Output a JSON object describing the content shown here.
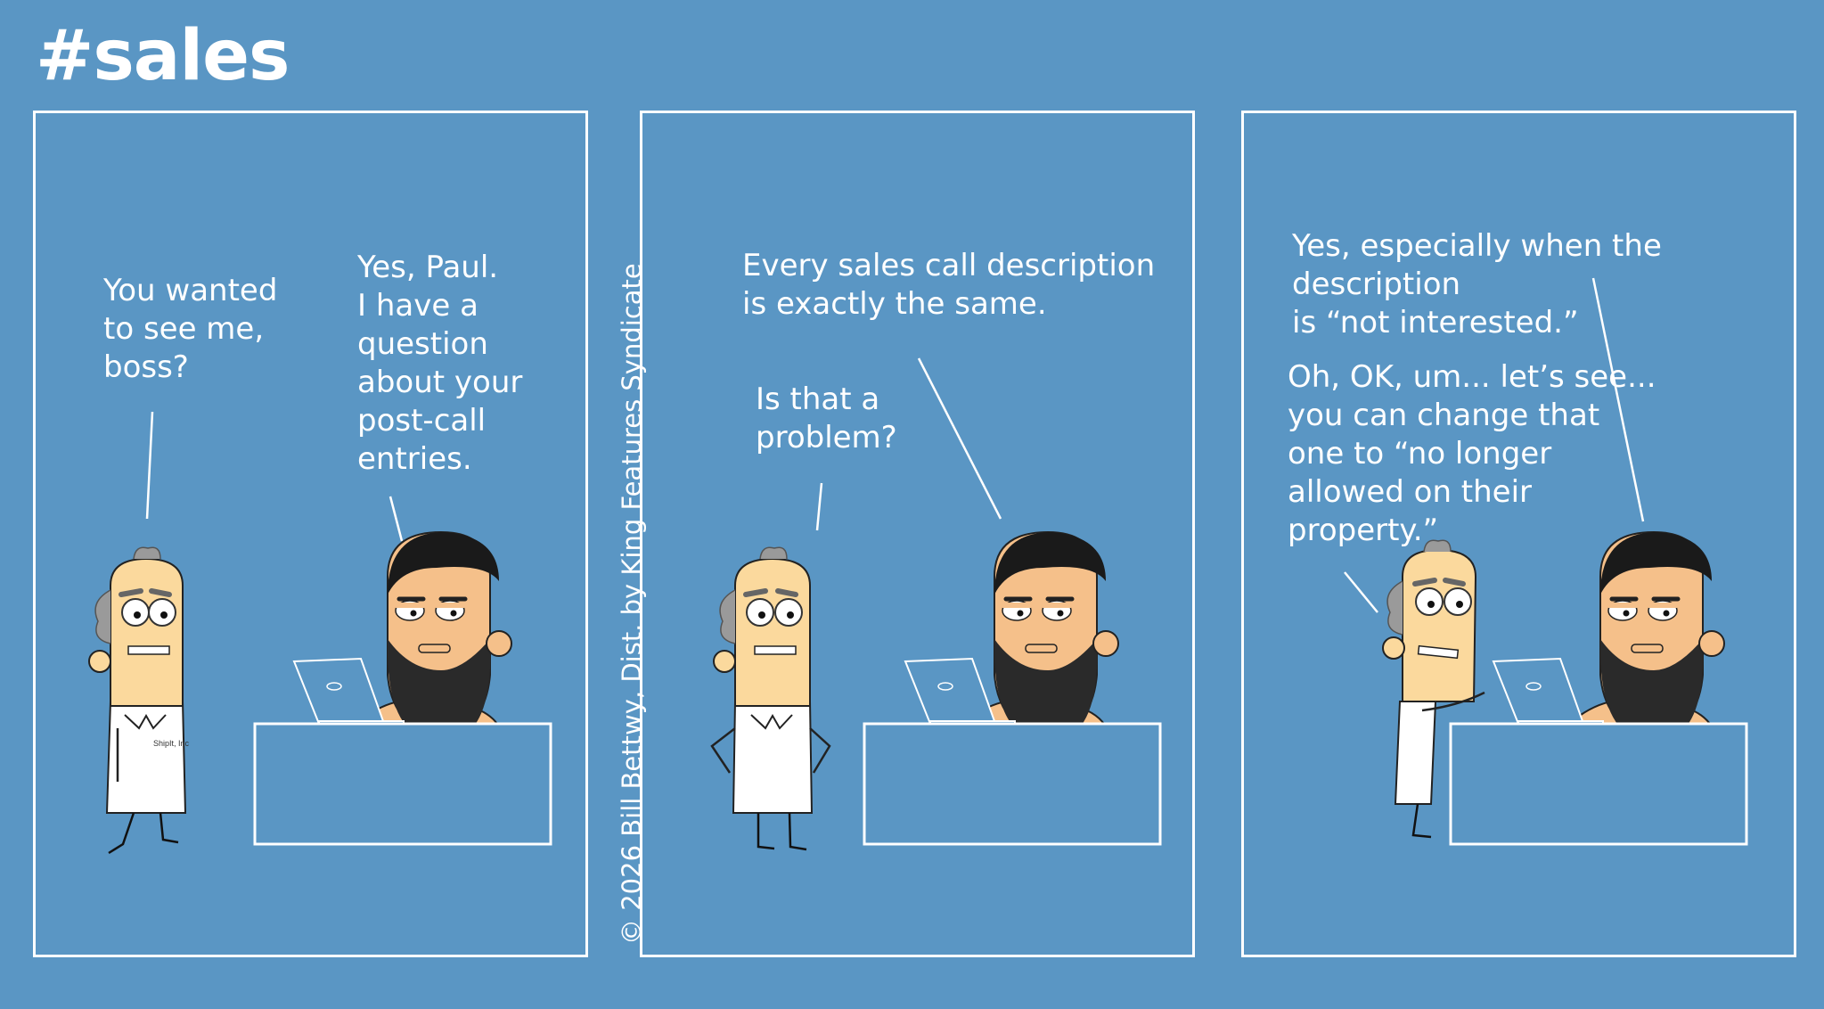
{
  "strip": {
    "title": "#sales",
    "copyright": "© 2026 Bill Bettwy, Dist. by King Features Syndicate"
  },
  "panels": [
    {
      "speech": [
        {
          "speaker": "left",
          "text": "You wanted\nto see me,\nboss?"
        },
        {
          "speaker": "right",
          "text": "Yes, Paul.\nI have a\nquestion\nabout your\npost-call\nentries."
        }
      ]
    },
    {
      "speech": [
        {
          "speaker": "right",
          "text": "Every sales call description\nis exactly the same."
        },
        {
          "speaker": "left",
          "text": "Is that a\nproblem?"
        }
      ]
    },
    {
      "speech": [
        {
          "speaker": "right",
          "text": "Yes, especially when the description\nis “not interested.”"
        },
        {
          "speaker": "left",
          "text": "Oh, OK, um... let’s see...\nyou can change that\none to “no longer\nallowed on their\nproperty.”"
        }
      ]
    }
  ],
  "shirt_logo": "ShipIt, Inc",
  "colors": {
    "background": "#5a96c4",
    "skin_paul": "#fbd99d",
    "skin_boss": "#f5c08a",
    "tie": "#e6a9c8"
  }
}
